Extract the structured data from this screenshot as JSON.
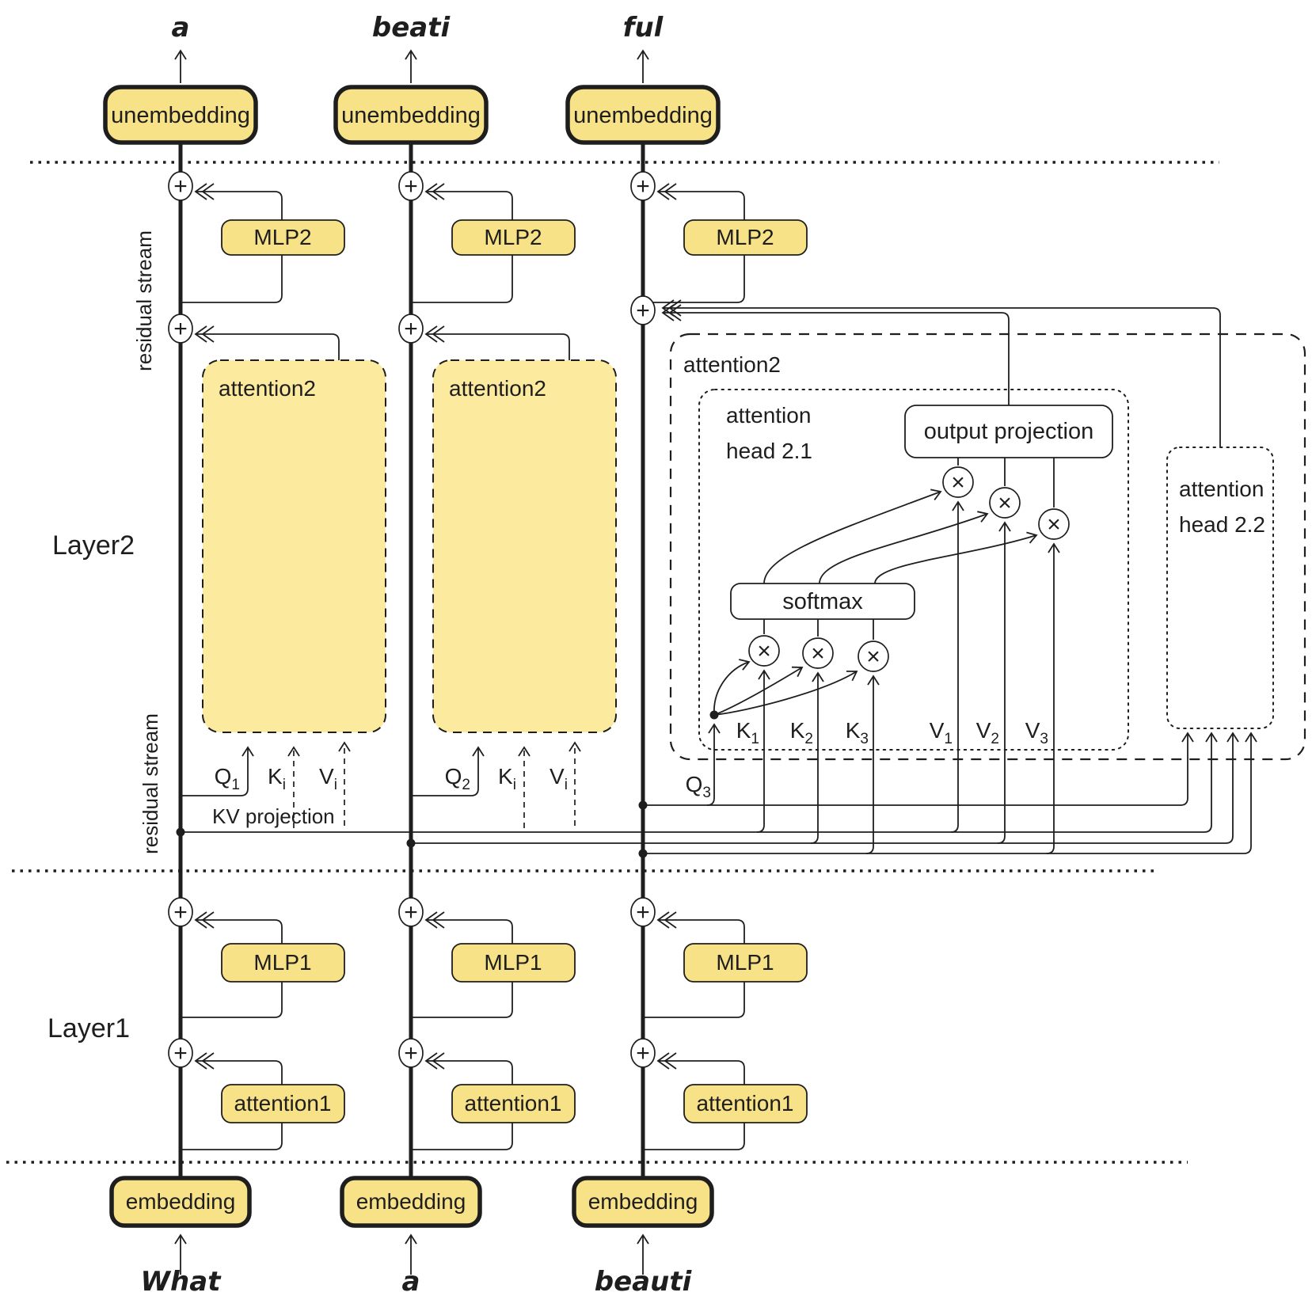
{
  "tokens": {
    "outputs": [
      "a",
      "beati",
      "ful"
    ],
    "inputs": [
      "What",
      "a",
      "beauti"
    ]
  },
  "boxes": {
    "unembedding": "unembedding",
    "embedding": "embedding",
    "mlp2": "MLP2",
    "mlp1": "MLP1",
    "attention2": "attention2",
    "attention1": "attention1",
    "output_projection": "output projection",
    "softmax": "softmax"
  },
  "labels": {
    "layer2": "Layer2",
    "layer1": "Layer1",
    "residual_stream": "residual stream",
    "kv_projection": "KV projection",
    "head21": [
      "attention",
      "head 2.1"
    ],
    "head22": [
      "attention",
      "head 2.2"
    ]
  },
  "symbols": {
    "plus": "+",
    "times": "×",
    "q": "Q",
    "k": "K",
    "v": "V",
    "sub1": "1",
    "sub2": "2",
    "sub3": "3",
    "subi": "i"
  },
  "colors": {
    "ink": "#1e1e1e",
    "box_fill": "#f8e287",
    "attention_fill": "#fcea9f",
    "background": "#ffffff"
  }
}
